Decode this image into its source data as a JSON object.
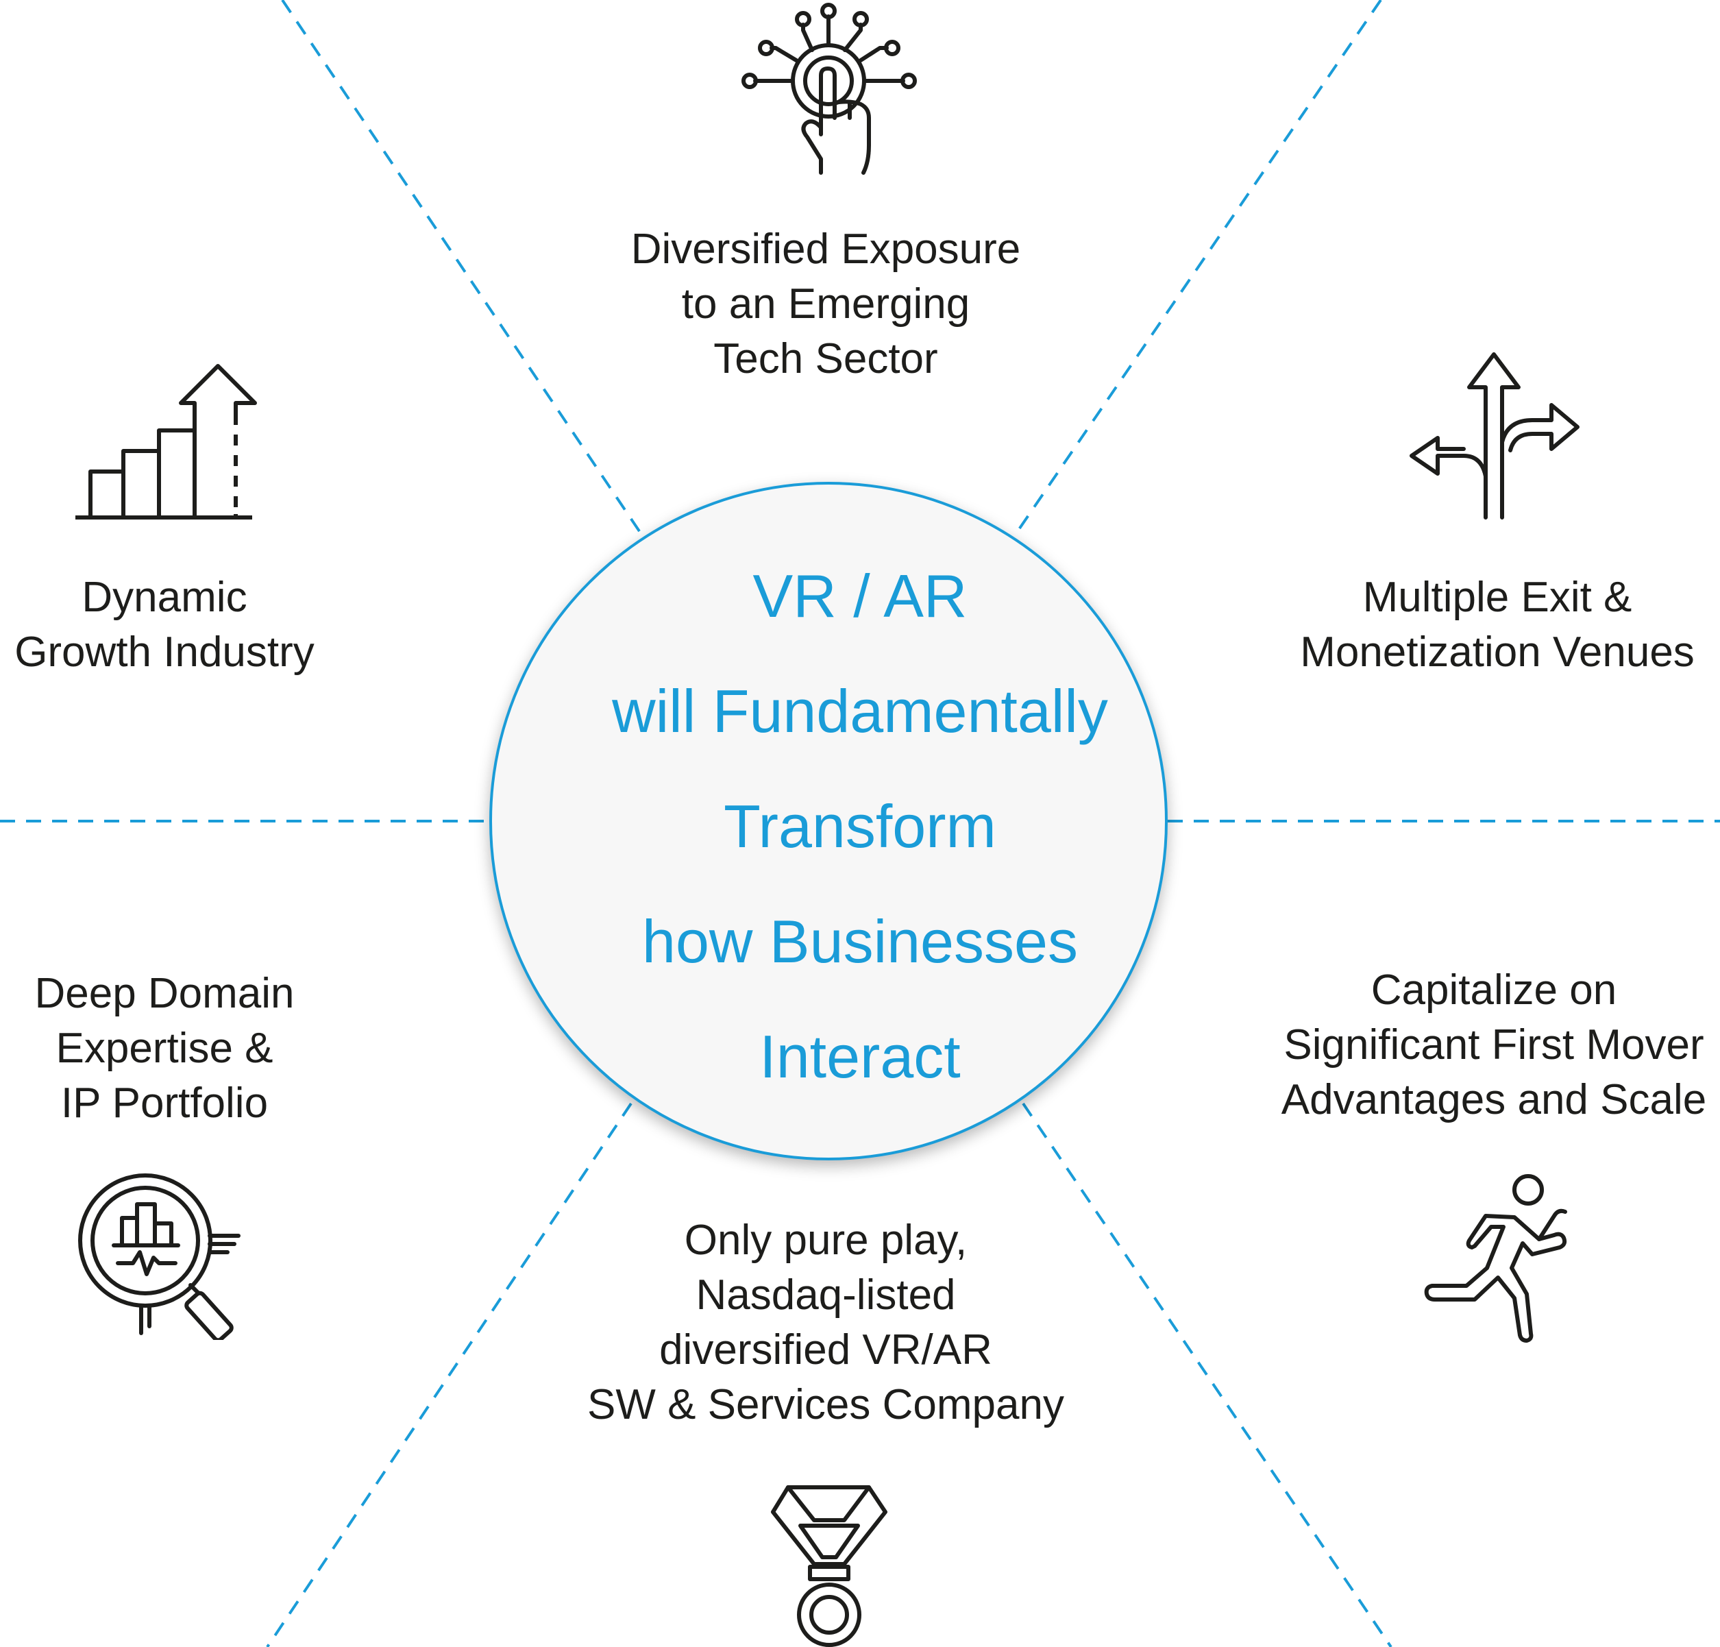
{
  "center": {
    "lines": [
      "VR / AR",
      "will Fundamentally",
      "Transform",
      "how Businesses",
      "Interact"
    ]
  },
  "segments": [
    {
      "id": "top",
      "icon": "touch-network-icon",
      "lines": [
        "Diversified Exposure",
        "to an Emerging",
        "Tech Sector"
      ]
    },
    {
      "id": "top-right",
      "icon": "branching-arrows-icon",
      "lines": [
        "Multiple Exit &",
        "Monetization Venues"
      ]
    },
    {
      "id": "bottom-right",
      "icon": "running-person-icon",
      "lines": [
        "Capitalize on",
        "Significant First Mover",
        "Advantages and Scale"
      ]
    },
    {
      "id": "bottom",
      "icon": "medal-icon",
      "lines": [
        "Only pure play,",
        "Nasdaq-listed",
        "diversified VR/AR",
        "SW & Services Company"
      ]
    },
    {
      "id": "bottom-left",
      "icon": "magnifier-analytics-icon",
      "lines": [
        "Deep Domain",
        "Expertise &",
        "IP  Portfolio"
      ]
    },
    {
      "id": "top-left",
      "icon": "growth-chart-icon",
      "lines": [
        "Dynamic",
        "Growth Industry"
      ]
    }
  ],
  "colors": {
    "accent": "#1a9cd8",
    "text": "#1d1d1b",
    "circle_fill": "#f7f7f7"
  }
}
